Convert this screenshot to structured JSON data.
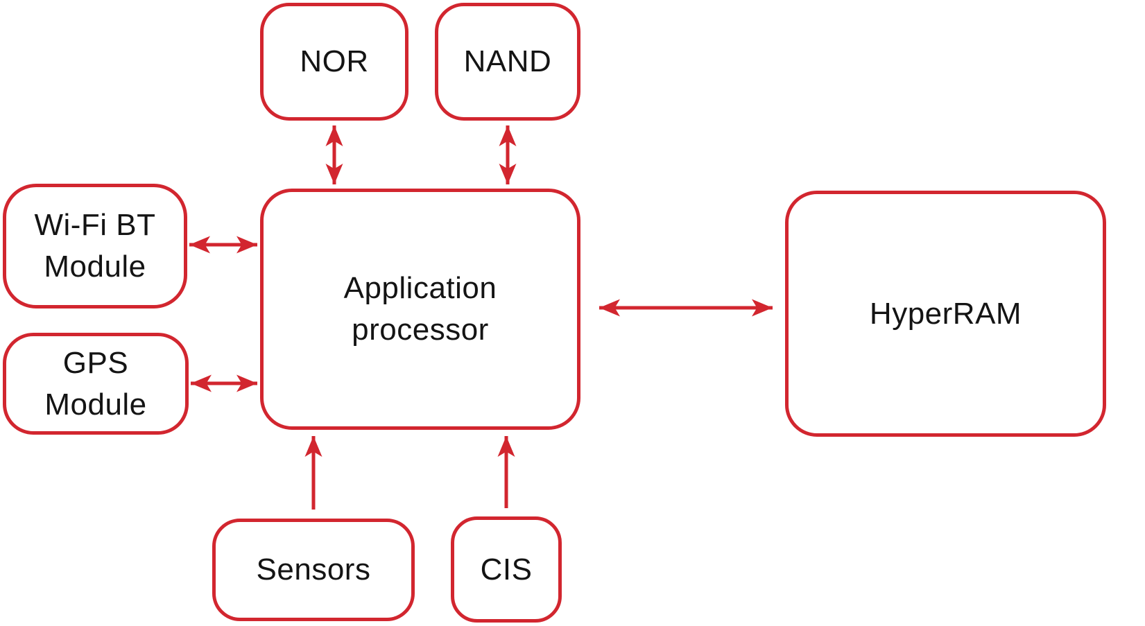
{
  "diagram": {
    "background_color": "#ffffff",
    "accent_color": "#d2262f",
    "text_color": "#141414",
    "blocks": {
      "nor": {
        "label": "NOR"
      },
      "nand": {
        "label": "NAND"
      },
      "wifi_bt_module": {
        "label": "Wi-Fi BT\nModule"
      },
      "gps_module": {
        "label": "GPS\nModule"
      },
      "application_processor": {
        "label": "Application\nprocessor"
      },
      "hyperram": {
        "label": "HyperRAM"
      },
      "sensors": {
        "label": "Sensors"
      },
      "cis": {
        "label": "CIS"
      }
    },
    "connections": [
      {
        "from": "NOR",
        "to": "Application processor",
        "type": "bidirectional"
      },
      {
        "from": "NAND",
        "to": "Application processor",
        "type": "bidirectional"
      },
      {
        "from": "Wi-Fi BT Module",
        "to": "Application processor",
        "type": "bidirectional"
      },
      {
        "from": "GPS Module",
        "to": "Application processor",
        "type": "bidirectional"
      },
      {
        "from": "Application processor",
        "to": "HyperRAM",
        "type": "bidirectional"
      },
      {
        "from": "Sensors",
        "to": "Application processor",
        "type": "unidirectional"
      },
      {
        "from": "CIS",
        "to": "Application processor",
        "type": "unidirectional"
      }
    ]
  }
}
